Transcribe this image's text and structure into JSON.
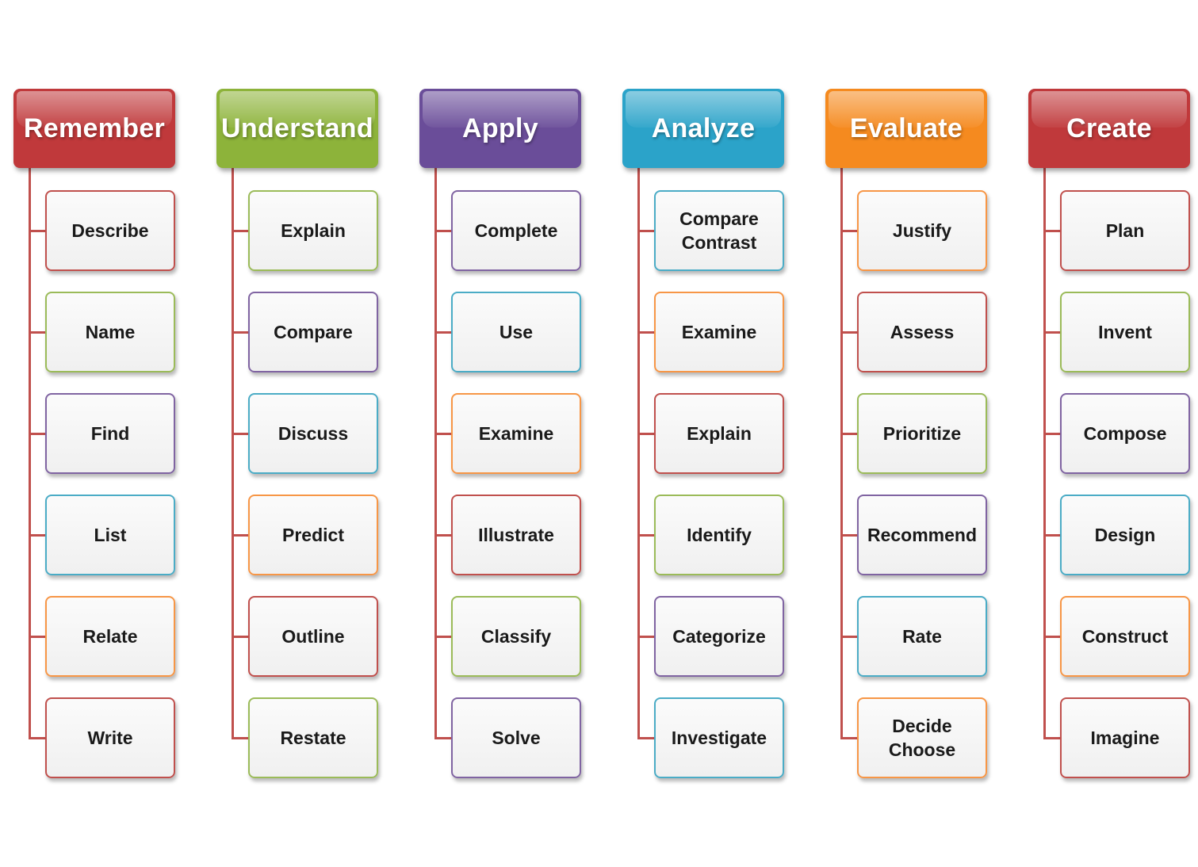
{
  "columns": [
    {
      "title": "Remember",
      "header_color": "#c0393b",
      "items": [
        {
          "label": "Describe",
          "border": "#c0504d"
        },
        {
          "label": "Name",
          "border": "#9bbb59"
        },
        {
          "label": "Find",
          "border": "#8064a2"
        },
        {
          "label": "List",
          "border": "#4bacc6"
        },
        {
          "label": "Relate",
          "border": "#f79646"
        },
        {
          "label": "Write",
          "border": "#c0504d"
        }
      ]
    },
    {
      "title": "Understand",
      "header_color": "#8db33a",
      "items": [
        {
          "label": "Explain",
          "border": "#9bbb59"
        },
        {
          "label": "Compare",
          "border": "#8064a2"
        },
        {
          "label": "Discuss",
          "border": "#4bacc6"
        },
        {
          "label": "Predict",
          "border": "#f79646"
        },
        {
          "label": "Outline",
          "border": "#c0504d"
        },
        {
          "label": "Restate",
          "border": "#9bbb59"
        }
      ]
    },
    {
      "title": "Apply",
      "header_color": "#6a4d99",
      "items": [
        {
          "label": "Complete",
          "border": "#8064a2"
        },
        {
          "label": "Use",
          "border": "#4bacc6"
        },
        {
          "label": "Examine",
          "border": "#f79646"
        },
        {
          "label": "Illustrate",
          "border": "#c0504d"
        },
        {
          "label": "Classify",
          "border": "#9bbb59"
        },
        {
          "label": "Solve",
          "border": "#8064a2"
        }
      ]
    },
    {
      "title": "Analyze",
      "header_color": "#2ba3c9",
      "items": [
        {
          "label": "Compare\nContrast",
          "border": "#4bacc6"
        },
        {
          "label": "Examine",
          "border": "#f79646"
        },
        {
          "label": "Explain",
          "border": "#c0504d"
        },
        {
          "label": "Identify",
          "border": "#9bbb59"
        },
        {
          "label": "Categorize",
          "border": "#8064a2"
        },
        {
          "label": "Investigate",
          "border": "#4bacc6"
        }
      ]
    },
    {
      "title": "Evaluate",
      "header_color": "#f58a1f",
      "items": [
        {
          "label": "Justify",
          "border": "#f79646"
        },
        {
          "label": "Assess",
          "border": "#c0504d"
        },
        {
          "label": "Prioritize",
          "border": "#9bbb59"
        },
        {
          "label": "Recommend",
          "border": "#8064a2"
        },
        {
          "label": "Rate",
          "border": "#4bacc6"
        },
        {
          "label": "Decide\nChoose",
          "border": "#f79646"
        }
      ]
    },
    {
      "title": "Create",
      "header_color": "#c0393b",
      "items": [
        {
          "label": "Plan",
          "border": "#c0504d"
        },
        {
          "label": "Invent",
          "border": "#9bbb59"
        },
        {
          "label": "Compose",
          "border": "#8064a2"
        },
        {
          "label": "Design",
          "border": "#4bacc6"
        },
        {
          "label": "Construct",
          "border": "#f79646"
        },
        {
          "label": "Imagine",
          "border": "#c0504d"
        }
      ]
    }
  ],
  "connector_color": "#c0504d"
}
